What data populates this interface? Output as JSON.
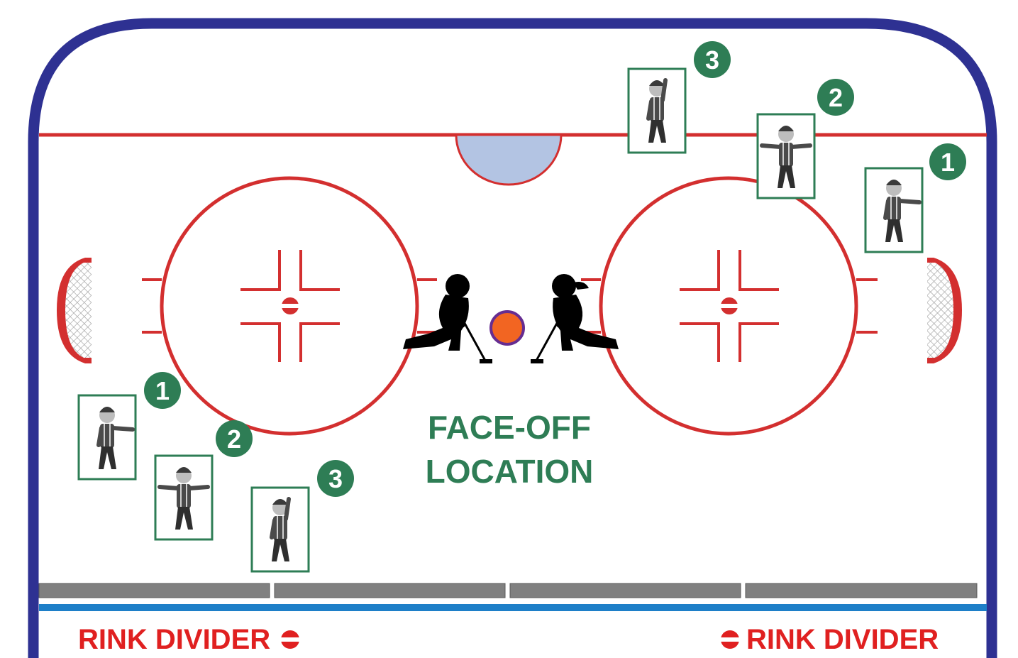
{
  "colors": {
    "boards": "#2e3192",
    "red_line": "#d32f2f",
    "blue_line": "#1e7fc8",
    "crease": "#b3c4e3",
    "divider_pad": "#808080",
    "badge": "#2e7d55",
    "frame": "#2e7d55",
    "puck": "#f26522",
    "puck_ring": "#662d91",
    "label_red": "#e02020",
    "label_green": "#2e7d55"
  },
  "title": {
    "line1": "FACE-OFF",
    "line2": "LOCATION"
  },
  "rink_divider_left": "RINK DIVIDER",
  "rink_divider_right": "RINK DIVIDER",
  "left_officials": [
    {
      "number": "1",
      "signal": "arm-extended-icon"
    },
    {
      "number": "2",
      "signal": "arms-out-icon"
    },
    {
      "number": "3",
      "signal": "arm-raised-icon"
    }
  ],
  "right_officials": [
    {
      "number": "1",
      "signal": "arm-extended-icon"
    },
    {
      "number": "2",
      "signal": "arms-out-icon"
    },
    {
      "number": "3",
      "signal": "arm-raised-icon"
    }
  ]
}
